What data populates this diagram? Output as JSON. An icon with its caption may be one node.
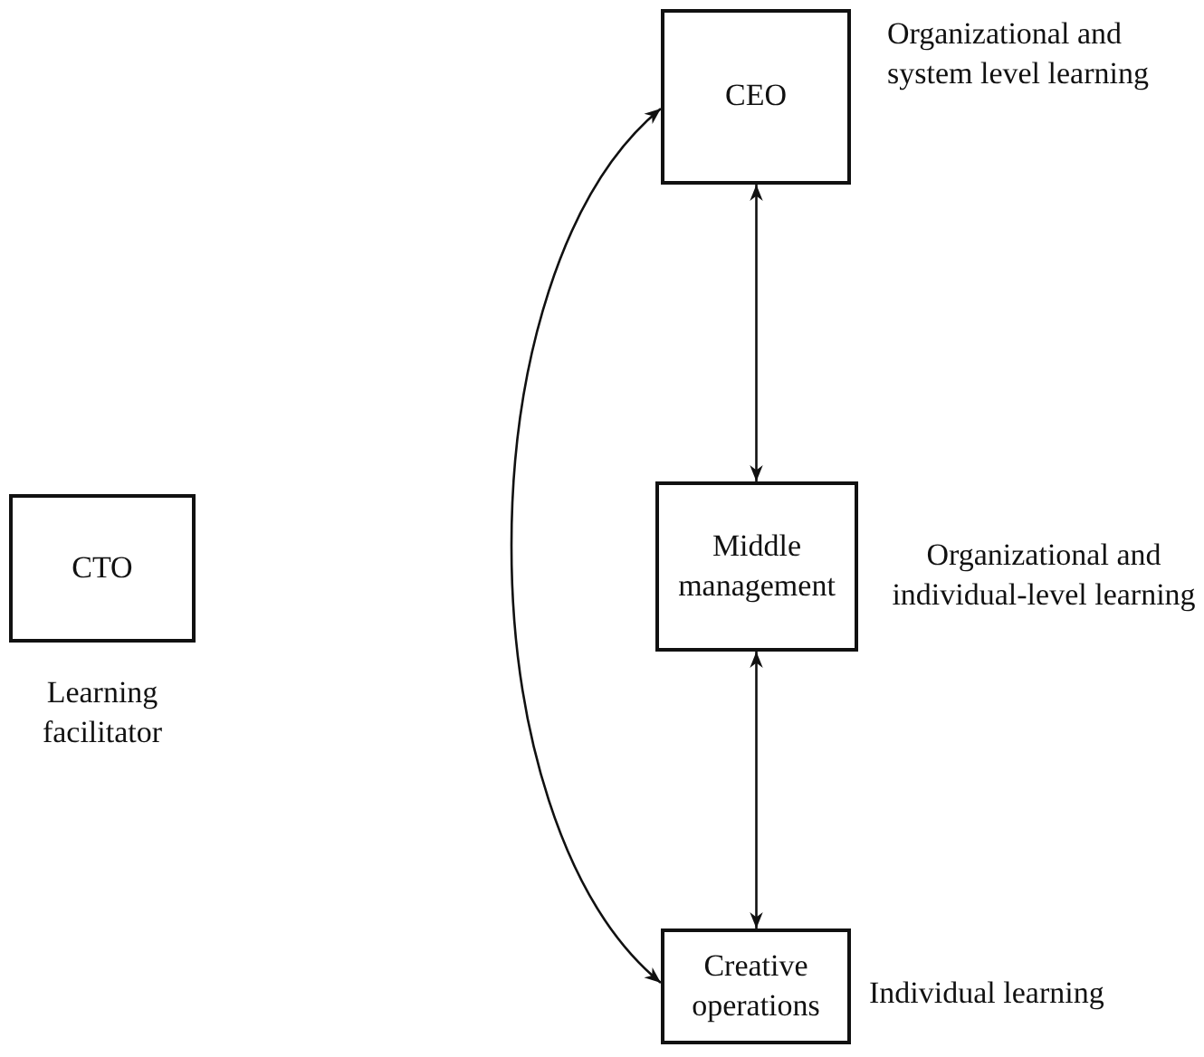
{
  "diagram": {
    "nodes": [
      {
        "text": [
          "CEO"
        ],
        "beside": [
          "Organizational and system level learning"
        ]
      },
      {
        "text": [
          "Middle management"
        ],
        "beside": [
          "Organizational and individual-level learning"
        ]
      },
      {
        "text": [
          "CTO"
        ],
        "beside": [
          "Learning facilitator"
        ]
      },
      {
        "text": [
          "Creative operations"
        ],
        "beside": [
          "Individual learning"
        ]
      }
    ],
    "edges": [
      {
        "from": 0,
        "to": 1,
        "arrow": "both"
      },
      {
        "from": 1,
        "to": 3,
        "arrow": "both"
      },
      {
        "from": 0,
        "to": 3,
        "arrow": "both"
      }
    ]
  }
}
